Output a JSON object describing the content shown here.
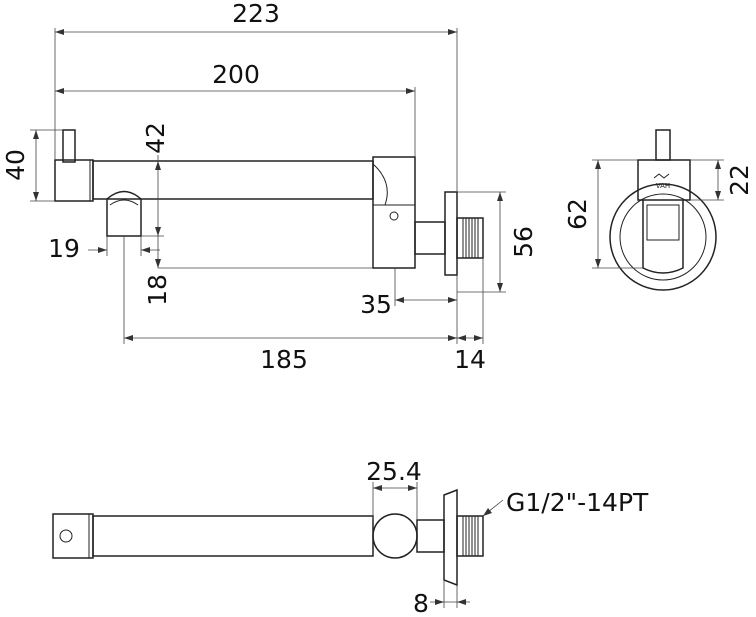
{
  "drawing": {
    "labels": {
      "overall_length": "223",
      "spout_length": "200",
      "top_height": "40",
      "spout_height": "42",
      "outlet_offset": "19",
      "outlet_height": "18",
      "body_depth": "35",
      "flange_height": "56",
      "outlet_reach": "185",
      "thread_length": "14",
      "end_height": "62",
      "end_lever": "22",
      "body_diameter": "25.4",
      "thread_spec": "G1/2\"-14PT",
      "flange_thickness": "8"
    },
    "logo_text": "VAH",
    "colors": {
      "line": "#222222",
      "text": "#111111",
      "background": "#ffffff"
    }
  }
}
